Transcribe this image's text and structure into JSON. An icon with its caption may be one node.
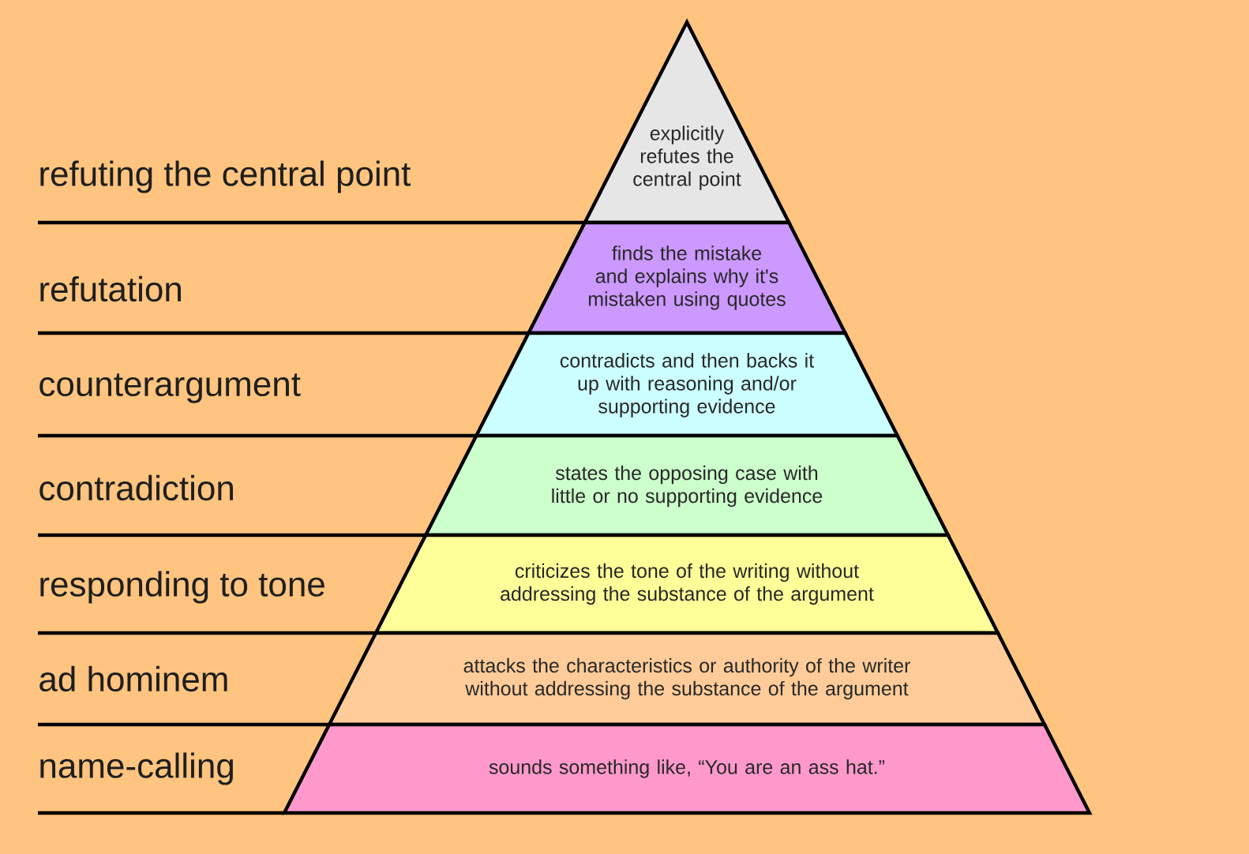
{
  "diagram": {
    "nodes": [
      {
        "text": [
          "explicitly refutes the central point"
        ]
      },
      {
        "text": [
          "finds the mistake and explains why it's mistaken using quotes"
        ]
      },
      {
        "text": [
          "contradicts and then backs it up with reasoning and/or supporting evidence"
        ]
      },
      {
        "text": [
          "states the opposing case with little or no supporting evidence"
        ]
      },
      {
        "text": [
          "criticizes the tone of the writing without addressing the substance of the argument"
        ]
      },
      {
        "text": [
          "attacks the characteristics or authority of the writer without addressing the substance of the argument"
        ]
      },
      {
        "text": [
          "sounds something like, “You are an ass hat.”"
        ]
      }
    ],
    "labels": [
      "refuting the central point",
      "refutation",
      "counterargument",
      "contradiction",
      "responding to tone",
      "ad hominem",
      "name-calling"
    ]
  }
}
